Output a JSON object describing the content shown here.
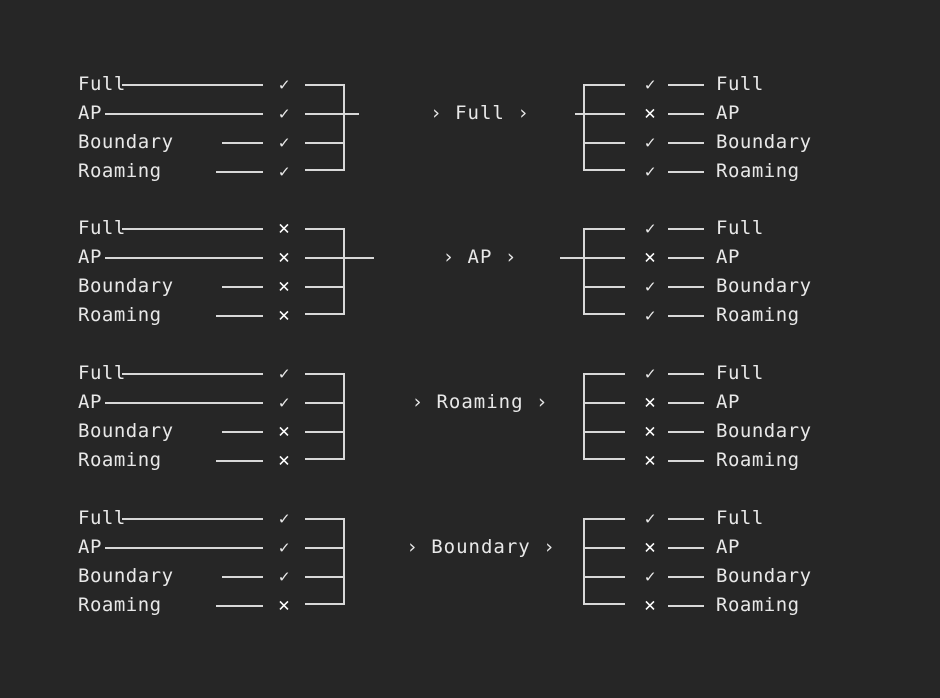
{
  "theme": {
    "background": "#262626",
    "foreground": "#e8e8e8",
    "line": "#d8d8d8",
    "cross": "#ffffff"
  },
  "glyphs": {
    "check": "✓",
    "cross": "✕",
    "chevron": "›",
    "arrow_head": "›"
  },
  "row_labels": [
    "Full",
    "AP",
    "Boundary",
    "Roaming"
  ],
  "groups": [
    {
      "center_label": "Full",
      "inputs": [
        {
          "label": "Full",
          "mark": "check"
        },
        {
          "label": "AP",
          "mark": "check"
        },
        {
          "label": "Boundary",
          "mark": "check"
        },
        {
          "label": "Roaming",
          "mark": "check"
        }
      ],
      "outputs": [
        {
          "label": "Full",
          "mark": "check"
        },
        {
          "label": "AP",
          "mark": "cross"
        },
        {
          "label": "Boundary",
          "mark": "check"
        },
        {
          "label": "Roaming",
          "mark": "check"
        }
      ]
    },
    {
      "center_label": "AP",
      "inputs": [
        {
          "label": "Full",
          "mark": "cross"
        },
        {
          "label": "AP",
          "mark": "cross"
        },
        {
          "label": "Boundary",
          "mark": "cross"
        },
        {
          "label": "Roaming",
          "mark": "cross"
        }
      ],
      "outputs": [
        {
          "label": "Full",
          "mark": "check"
        },
        {
          "label": "AP",
          "mark": "cross"
        },
        {
          "label": "Boundary",
          "mark": "check"
        },
        {
          "label": "Roaming",
          "mark": "check"
        }
      ]
    },
    {
      "center_label": "Roaming",
      "inputs": [
        {
          "label": "Full",
          "mark": "check"
        },
        {
          "label": "AP",
          "mark": "check"
        },
        {
          "label": "Boundary",
          "mark": "cross"
        },
        {
          "label": "Roaming",
          "mark": "cross"
        }
      ],
      "outputs": [
        {
          "label": "Full",
          "mark": "check"
        },
        {
          "label": "AP",
          "mark": "cross"
        },
        {
          "label": "Boundary",
          "mark": "cross"
        },
        {
          "label": "Roaming",
          "mark": "cross"
        }
      ]
    },
    {
      "center_label": "Boundary",
      "inputs": [
        {
          "label": "Full",
          "mark": "check"
        },
        {
          "label": "AP",
          "mark": "check"
        },
        {
          "label": "Boundary",
          "mark": "check"
        },
        {
          "label": "Roaming",
          "mark": "cross"
        }
      ],
      "outputs": [
        {
          "label": "Full",
          "mark": "check"
        },
        {
          "label": "AP",
          "mark": "cross"
        },
        {
          "label": "Boundary",
          "mark": "check"
        },
        {
          "label": "Roaming",
          "mark": "cross"
        }
      ]
    }
  ]
}
